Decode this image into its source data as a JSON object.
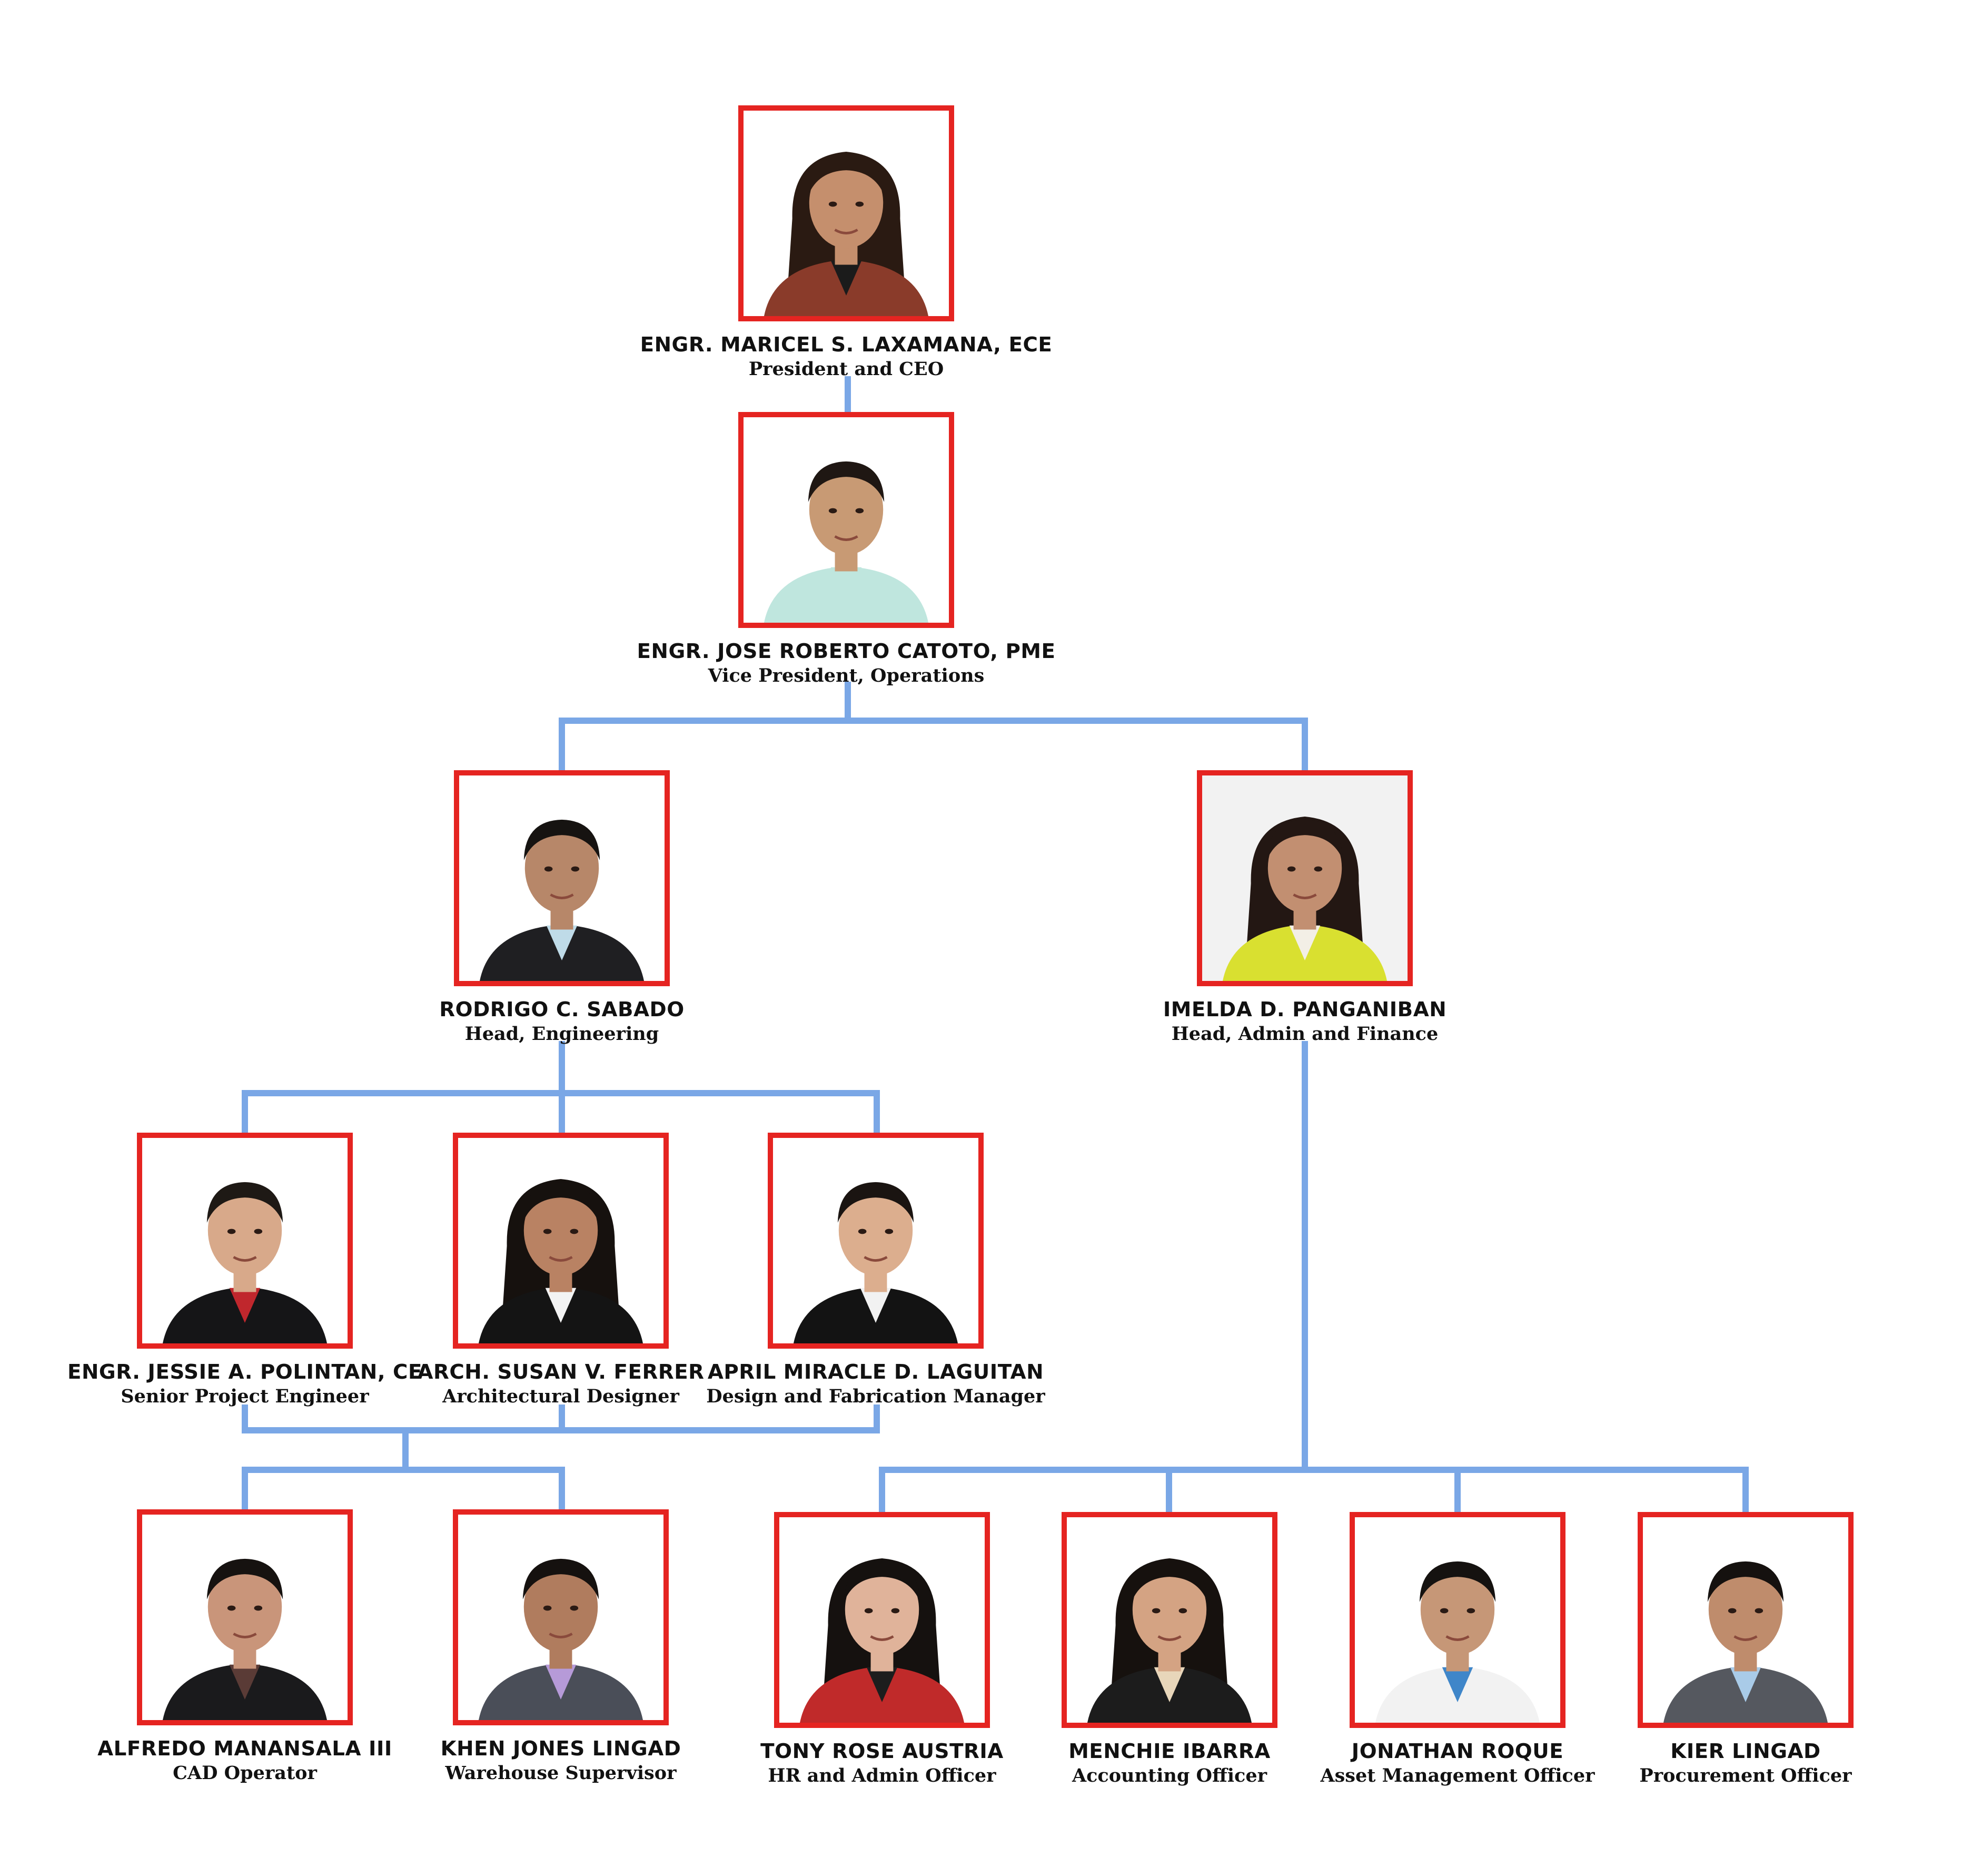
{
  "colors": {
    "frame": "#e52421",
    "connector": "#7aa7e6",
    "background": "#ffffff"
  },
  "people": [
    {
      "id": "president",
      "name": "ENGR. MARICEL S. LAXAMANA, ECE",
      "role": "President and CEO",
      "portrait": {
        "bg": "#ffffff",
        "skin": "#c58f6d",
        "hair": "#2a1a12",
        "attire": "#8a3b2a",
        "accent": "#1b1b1b",
        "long_hair": true
      }
    },
    {
      "id": "vp",
      "name": "ENGR. JOSE ROBERTO CATOTO, PME",
      "role": "Vice President, Operations",
      "portrait": {
        "bg": "#ffffff",
        "skin": "#c89a74",
        "hair": "#1f1713",
        "attire": "#bfe6de",
        "accent": "#bfe6de",
        "long_hair": false
      }
    },
    {
      "id": "engineering",
      "name": "RODRIGO C. SABADO",
      "role": "Head, Engineering",
      "portrait": {
        "bg": "#ffffff",
        "skin": "#b78769",
        "hair": "#161311",
        "attire": "#1f1f22",
        "accent": "#bfdbe8",
        "long_hair": false
      }
    },
    {
      "id": "admin",
      "name": "IMELDA D. PANGANIBAN",
      "role": "Head, Admin and Finance",
      "portrait": {
        "bg": "#f2f2f2",
        "skin": "#c28f71",
        "hair": "#231713",
        "attire": "#d9e030",
        "accent": "#f3efe6",
        "long_hair": true
      }
    },
    {
      "id": "polintan",
      "name": "ENGR. JESSIE A. POLINTAN, CE",
      "role": "Senior Project Engineer",
      "portrait": {
        "bg": "#ffffff",
        "skin": "#d8a98a",
        "hair": "#1e1915",
        "attire": "#151517",
        "accent": "#c0272d",
        "long_hair": false
      }
    },
    {
      "id": "ferrer",
      "name": "ARCH. SUSAN V. FERRER",
      "role": "Architectural Designer",
      "portrait": {
        "bg": "#ffffff",
        "skin": "#b98263",
        "hair": "#16110e",
        "attire": "#141414",
        "accent": "#f3f3f3",
        "long_hair": true
      }
    },
    {
      "id": "laguitan",
      "name": "APRIL MIRACLE D. LAGUITAN",
      "role": "Design and Fabrication Manager",
      "portrait": {
        "bg": "#ffffff",
        "skin": "#dcae8e",
        "hair": "#1a1411",
        "attire": "#131313",
        "accent": "#f2f2f2",
        "long_hair": false
      }
    },
    {
      "id": "manansala",
      "name": "ALFREDO MANANSALA III",
      "role": "CAD Operator",
      "portrait": {
        "bg": "#ffffff",
        "skin": "#c9957a",
        "hair": "#161210",
        "attire": "#1a1a1c",
        "accent": "#5a3b36",
        "long_hair": false
      }
    },
    {
      "id": "khen",
      "name": "KHEN JONES LINGAD",
      "role": "Warehouse Supervisor",
      "portrait": {
        "bg": "#ffffff",
        "skin": "#b07c5e",
        "hair": "#15110f",
        "attire": "#4a4e58",
        "accent": "#b69ad8",
        "long_hair": false
      }
    },
    {
      "id": "austria",
      "name": "TONY ROSE AUSTRIA",
      "role": "HR and Admin Officer",
      "portrait": {
        "bg": "#ffffff",
        "skin": "#e0b39a",
        "hair": "#15110f",
        "attire": "#c02a2a",
        "accent": "#1d1d1d",
        "long_hair": true
      }
    },
    {
      "id": "ibarra",
      "name": "MENCHIE IBARRA",
      "role": "Accounting Officer",
      "portrait": {
        "bg": "#ffffff",
        "skin": "#d4a383",
        "hair": "#16110e",
        "attire": "#1c1c1c",
        "accent": "#e8d6ba",
        "long_hair": true
      }
    },
    {
      "id": "roque",
      "name": "JONATHAN ROQUE",
      "role": "Asset Management Officer",
      "portrait": {
        "bg": "#ffffff",
        "skin": "#c69777",
        "hair": "#151210",
        "attire": "#f2f2f2",
        "accent": "#3f86c9",
        "long_hair": false
      }
    },
    {
      "id": "kier",
      "name": "KIER LINGAD",
      "role": "Procurement Officer",
      "portrait": {
        "bg": "#ffffff",
        "skin": "#bf8c6c",
        "hair": "#15110f",
        "attire": "#55585f",
        "accent": "#a9cbe8",
        "long_hair": false
      }
    }
  ]
}
